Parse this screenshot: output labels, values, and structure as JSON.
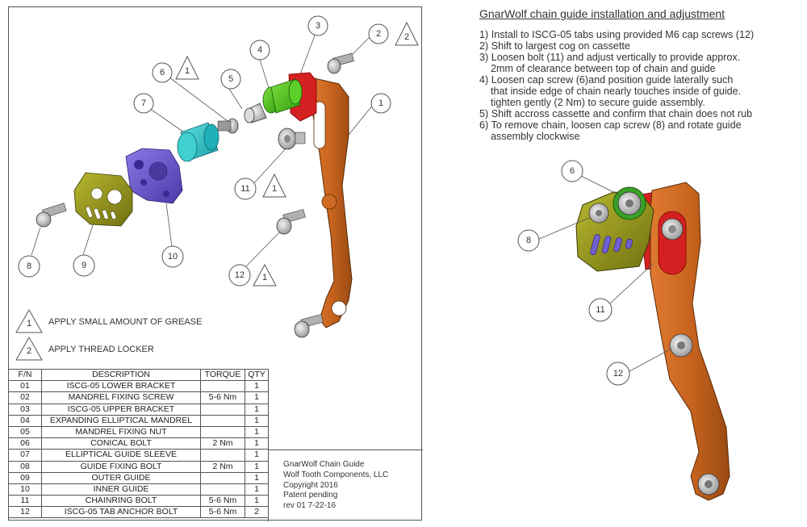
{
  "instructions": {
    "title": "GnarWolf chain guide installation and adjustment",
    "lines": [
      {
        "text": "1) Install to ISCG-05 tabs using provided M6 cap screws (12)",
        "indent": false
      },
      {
        "text": "2) Shift to largest cog on cassette",
        "indent": false
      },
      {
        "text": "3) Loosen bolt (11) and adjust vertically to provide approx.",
        "indent": false
      },
      {
        "text": "2mm of clearance between top of chain and guide",
        "indent": true
      },
      {
        "text": "4) Loosen cap screw (6)and position guide laterally such",
        "indent": false
      },
      {
        "text": "that inside edge of chain nearly touches inside of guide.",
        "indent": true
      },
      {
        "text": "tighten gently (2 Nm) to secure guide assembly.",
        "indent": true
      },
      {
        "text": "5) Shift accross cassette and confirm that chain does not rub",
        "indent": false
      },
      {
        "text": "6) To remove chain, loosen cap screw (8) and rotate guide",
        "indent": false
      },
      {
        "text": "assembly clockwise",
        "indent": true
      }
    ]
  },
  "notes": {
    "grease": {
      "symbol": "1",
      "text": "APPLY SMALL AMOUNT OF GREASE"
    },
    "thread_locker": {
      "symbol": "2",
      "text": "APPLY THREAD LOCKER"
    }
  },
  "callouts": {
    "n1": "1",
    "n2": "2",
    "n3": "3",
    "n4": "4",
    "n5": "5",
    "n6": "6",
    "n7": "7",
    "n8": "8",
    "n9": "9",
    "n10": "10",
    "n11": "11",
    "n12": "12",
    "t1": "1",
    "t2": "2"
  },
  "parts_table": {
    "headers": {
      "fn": "F/N",
      "desc": "DESCRIPTION",
      "torque": "TORQUE",
      "qty": "QTY"
    },
    "rows": [
      {
        "fn": "01",
        "desc": "ISCG-05 LOWER BRACKET",
        "torque": "",
        "qty": "1"
      },
      {
        "fn": "02",
        "desc": "MANDREL FIXING SCREW",
        "torque": "5-6 Nm",
        "qty": "1"
      },
      {
        "fn": "03",
        "desc": "ISCG-05 UPPER BRACKET",
        "torque": "",
        "qty": "1"
      },
      {
        "fn": "04",
        "desc": "EXPANDING ELLIPTICAL  MANDREL",
        "torque": "",
        "qty": "1"
      },
      {
        "fn": "05",
        "desc": "MANDREL FIXING NUT",
        "torque": "",
        "qty": "1"
      },
      {
        "fn": "06",
        "desc": "CONICAL BOLT",
        "torque": "2 Nm",
        "qty": "1"
      },
      {
        "fn": "07",
        "desc": "ELLIPTICAL GUIDE SLEEVE",
        "torque": "",
        "qty": "1"
      },
      {
        "fn": "08",
        "desc": "GUIDE FIXING BOLT",
        "torque": "2 Nm",
        "qty": "1"
      },
      {
        "fn": "09",
        "desc": "OUTER GUIDE",
        "torque": "",
        "qty": "1"
      },
      {
        "fn": "10",
        "desc": "INNER GUIDE",
        "torque": "",
        "qty": "1"
      },
      {
        "fn": "11",
        "desc": "CHAINRING BOLT",
        "torque": "5-6 Nm",
        "qty": "1"
      },
      {
        "fn": "12",
        "desc": "ISCG-05 TAB ANCHOR BOLT",
        "torque": "5-6 Nm",
        "qty": "2"
      }
    ]
  },
  "title_block": {
    "lines": [
      "GnarWolf Chain Guide",
      "Wolf Tooth Components, LLC",
      "Copyright 2016",
      "Patent pending",
      "rev 01  7-22-16"
    ]
  },
  "colors": {
    "bracket_orange": "#c8641e",
    "upper_bracket_red": "#d42020",
    "mandrel_green": "#4cc020",
    "sleeve_cyan": "#30c8c8",
    "inner_guide_purple": "#7060d0",
    "outer_guide_olive": "#a0a020",
    "hardware_gray": "#c0c0c0"
  }
}
